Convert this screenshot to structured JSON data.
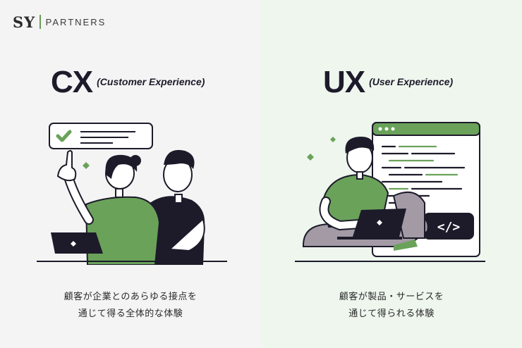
{
  "logo": {
    "mark": "SY",
    "sub": "PARTNERS"
  },
  "cx": {
    "title": "CX",
    "subtitle": "(Customer Experience)",
    "caption_line1": "顧客が企業とのあらゆる接点を",
    "caption_line2": "通じて得る全体的な体験"
  },
  "ux": {
    "title": "UX",
    "subtitle": "(User Experience)",
    "caption_line1": "顧客が製品・サービスを",
    "caption_line2": "通じて得られる体験",
    "code_badge": "</>"
  },
  "colors": {
    "accent_green": "#6aa25a",
    "dark": "#1d1b2a",
    "right_bg": "#eef6ee",
    "left_bg": "#f4f4f4",
    "purple_gray": "#a39aa6"
  }
}
